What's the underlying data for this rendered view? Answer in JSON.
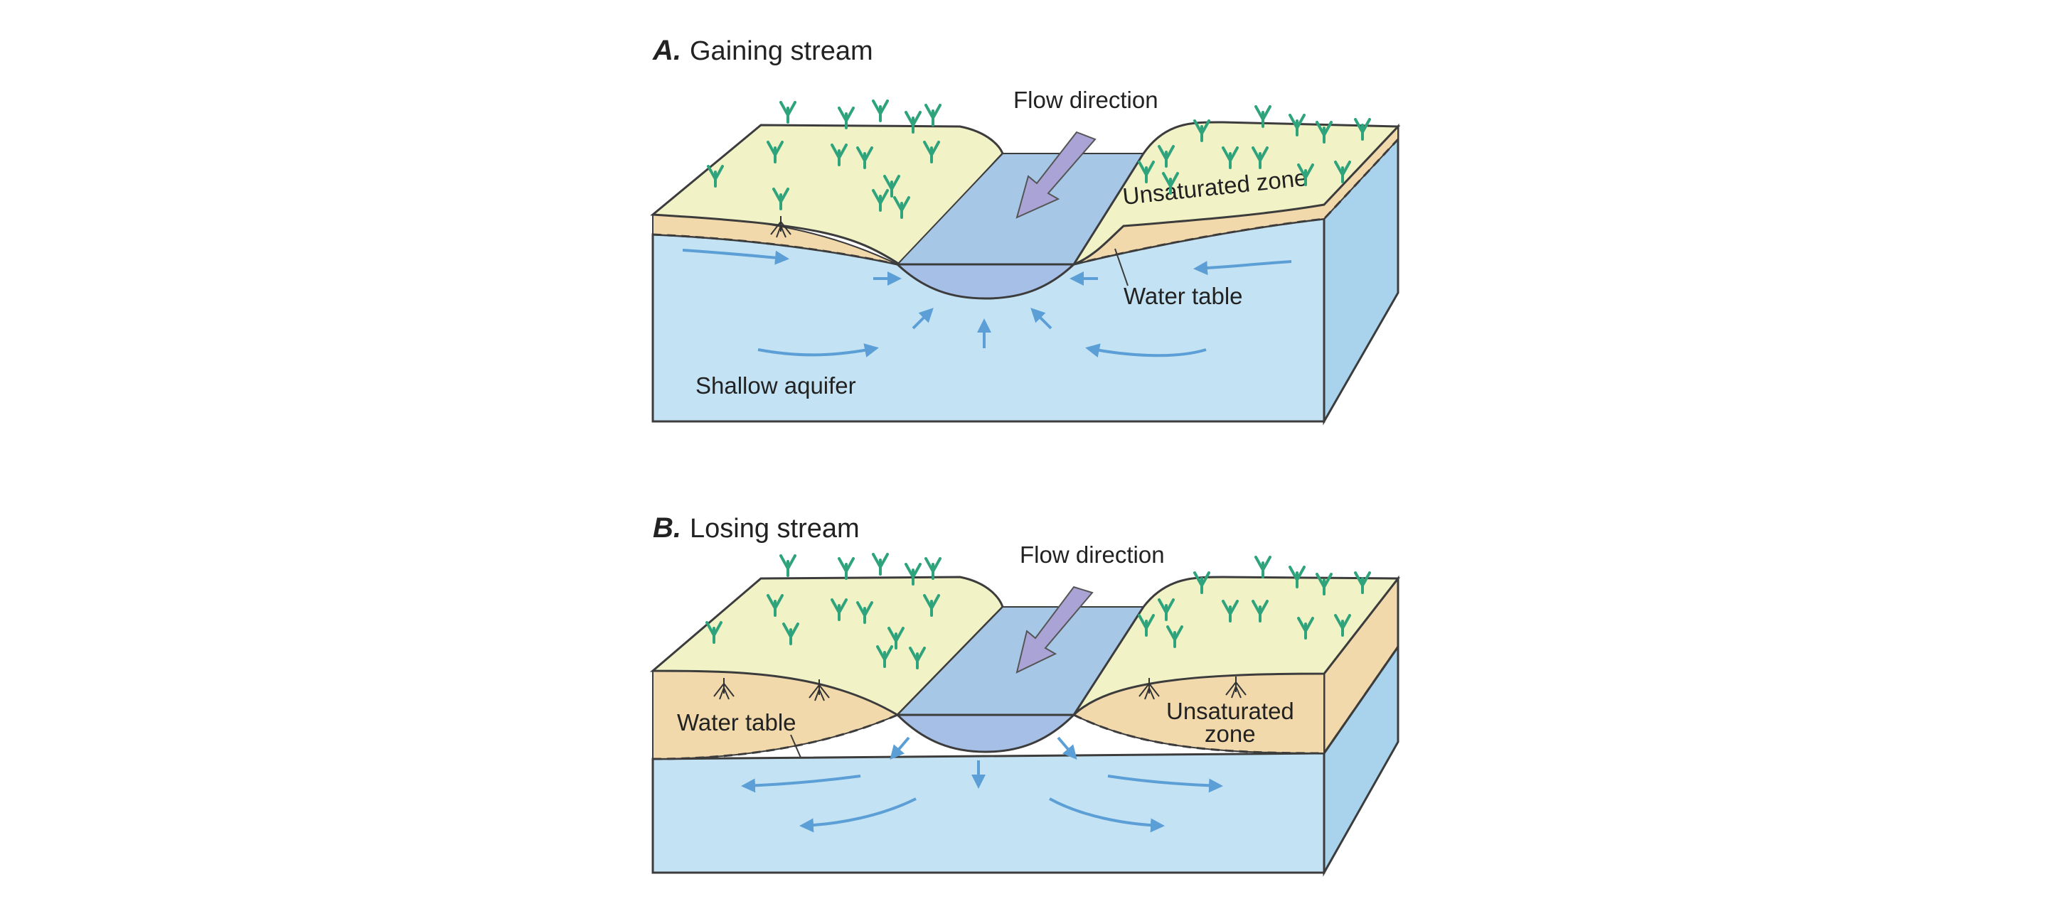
{
  "panel_a": {
    "letter": "A.",
    "title": "Gaining stream",
    "flow_label": "Flow direction",
    "unsaturated_label": "Unsaturated zone",
    "water_table_label": "Water table",
    "aquifer_label": "Shallow aquifer"
  },
  "panel_b": {
    "letter": "B.",
    "title": "Losing stream",
    "flow_label": "Flow direction",
    "water_table_label": "Water table",
    "unsaturated_label_line1": "Unsaturated",
    "unsaturated_label_line2": "zone"
  },
  "colors": {
    "land": "#f1f2c6",
    "unsaturated": "#f1d9ac",
    "groundwater": "#c3e2f3",
    "side_face": "#a9d2ec",
    "channel": "#a6c7e6",
    "stream_front": "#a5bfe6",
    "arrow": "#5b9fd6",
    "flow_arrow": "#a9a3d6",
    "grass": "#2fa47c",
    "outline": "#3c3c3c"
  }
}
